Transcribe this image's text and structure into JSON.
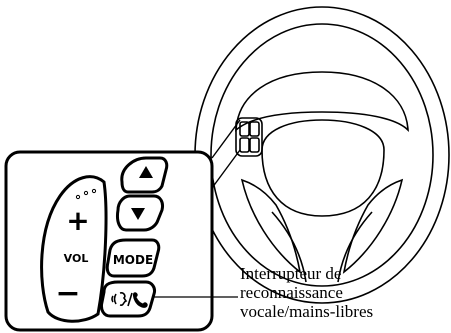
{
  "controls": {
    "volume_plus": "+",
    "volume_label": "VOL",
    "volume_minus": "−",
    "mode_label": "MODE",
    "seek_up_icon": "triangle-up-icon",
    "seek_down_icon": "triangle-down-icon",
    "voice_phone_icon": "voice-phone-icon"
  },
  "callout": {
    "line1": "Interrupteur de",
    "line2": "reconnaissance",
    "line3": "vocale/mains-libres"
  }
}
